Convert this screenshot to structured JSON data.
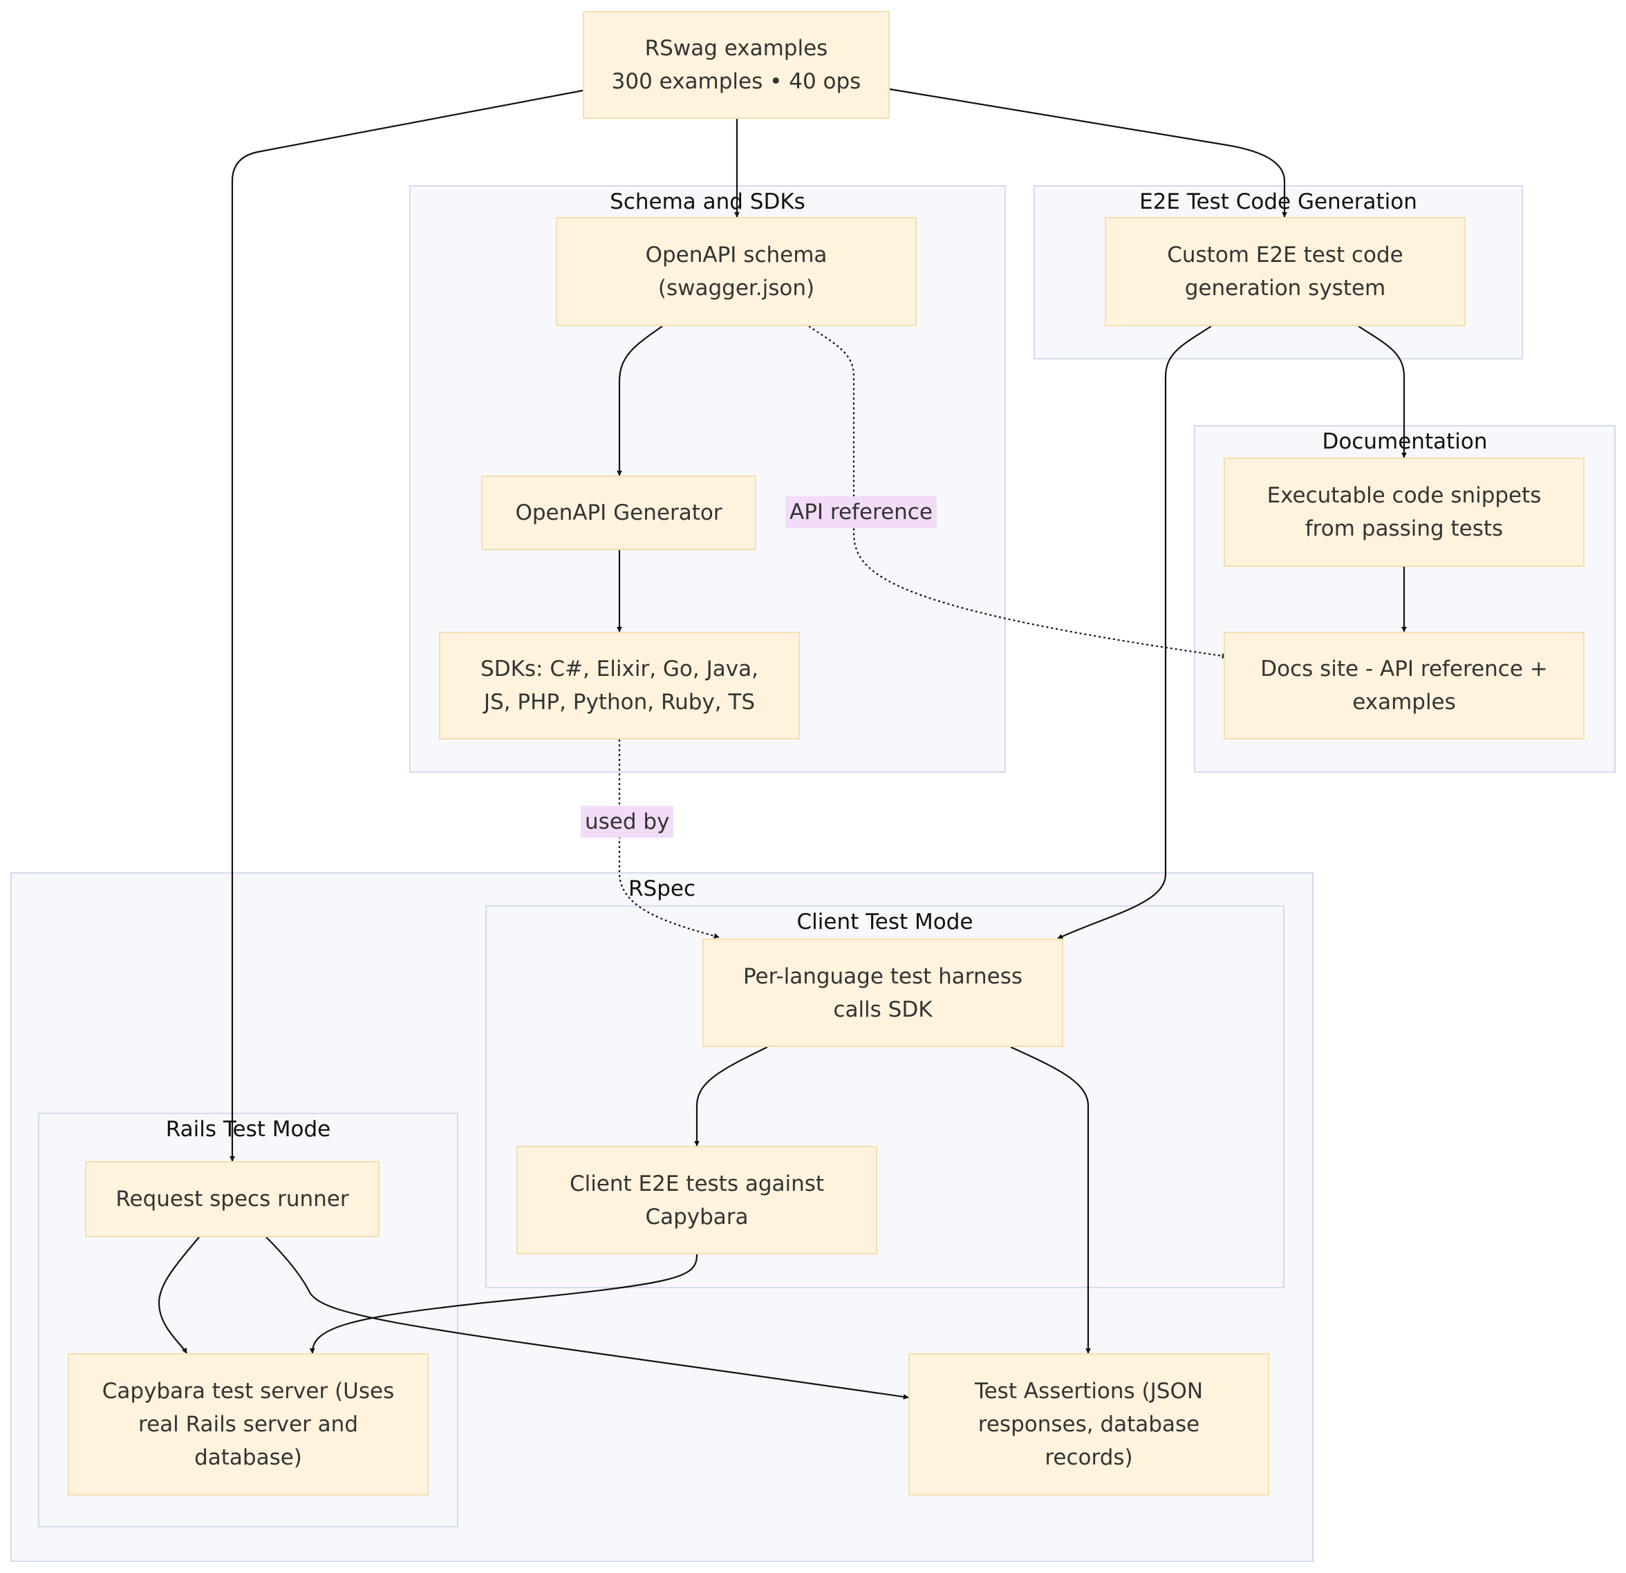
{
  "clusters": {
    "schema_sdks": "Schema and SDKs",
    "e2e_codegen": "E2E Test Code Generation",
    "documentation": "Documentation",
    "rspec": "RSpec",
    "client_test_mode": "Client Test Mode",
    "rails_test_mode": "Rails Test Mode"
  },
  "nodes": {
    "rswag": [
      "RSwag examples",
      "300 examples • 40 ops"
    ],
    "openapi_schema": [
      "OpenAPI schema",
      "(swagger.json)"
    ],
    "openapi_generator": [
      "OpenAPI Generator"
    ],
    "sdks": [
      "SDKs: C#, Elixir, Go, Java,",
      "JS, PHP, Python, Ruby, TS"
    ],
    "custom_e2e": [
      "Custom E2E test code",
      "generation system"
    ],
    "snippets": [
      "Executable code snippets",
      "from passing tests"
    ],
    "docs_site": [
      "Docs site - API reference +",
      "examples"
    ],
    "harness": [
      "Per-language test harness",
      "calls SDK"
    ],
    "client_e2e": [
      "Client E2E tests against",
      "Capybara"
    ],
    "request_specs": [
      "Request specs runner"
    ],
    "capybara_server": [
      "Capybara test server (Uses",
      "real Rails server and",
      "database)"
    ],
    "assertions": [
      "Test Assertions (JSON",
      "responses, database",
      "records)"
    ]
  },
  "edge_labels": {
    "api_reference": "API reference",
    "used_by": "used by"
  },
  "colors": {
    "node_fill": "#fff3dd",
    "node_border": "#f3dfb0",
    "cluster_fill": "#f7f8fc",
    "cluster_border": "#d3dbee",
    "edge_label_fill": "#f2dcf7",
    "edge": "#111111"
  }
}
